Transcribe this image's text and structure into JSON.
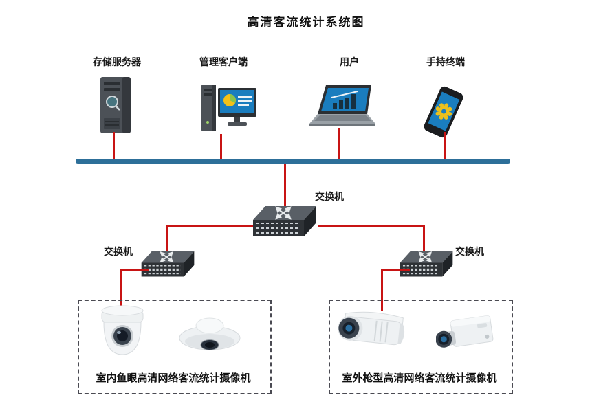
{
  "title": "高清客流统计系统图",
  "top_devices": [
    {
      "label": "存储服务器",
      "icon": "server-tower-icon"
    },
    {
      "label": "管理客户端",
      "icon": "desktop-pc-icon"
    },
    {
      "label": "用户",
      "icon": "laptop-icon"
    },
    {
      "label": "手持终端",
      "icon": "smartphone-icon"
    }
  ],
  "switches": {
    "central_label": "交换机",
    "left_label": "交换机",
    "right_label": "交换机"
  },
  "camera_groups": {
    "left": {
      "label": "室内鱼眼高清网络客流统计摄像机",
      "cameras": [
        "dome-fisheye-camera-icon",
        "ufo-fisheye-camera-icon"
      ]
    },
    "right": {
      "label": "室外枪型高清网络客流统计摄像机",
      "cameras": [
        "bullet-camera-icon",
        "box-camera-icon"
      ]
    }
  },
  "colors": {
    "link_red": "#c81414",
    "bus_blue": "#2d6f99",
    "dashed_border": "#4a4a52"
  }
}
